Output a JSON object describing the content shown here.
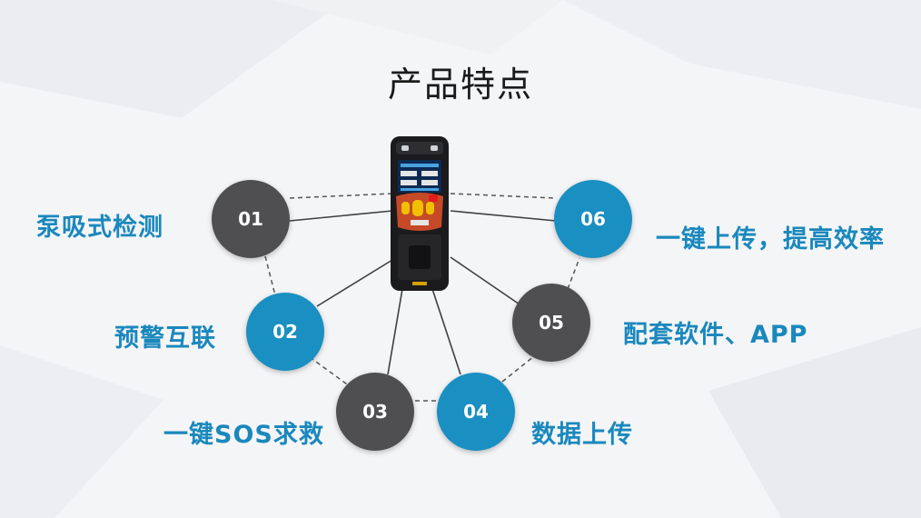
{
  "title": "产品特点",
  "colors": {
    "gray": "#4f4f51",
    "blue": "#1a8fc1",
    "label_blue": "#1a88bd",
    "line": "#4a4a4a"
  },
  "features": [
    {
      "num": "01",
      "label": "泵吸式检测",
      "color": "gray"
    },
    {
      "num": "02",
      "label": "预警互联",
      "color": "blue"
    },
    {
      "num": "03",
      "label": "一键SOS求救",
      "color": "gray"
    },
    {
      "num": "04",
      "label": "数据上传",
      "color": "blue"
    },
    {
      "num": "05",
      "label": "配套软件、APP",
      "color": "gray"
    },
    {
      "num": "06",
      "label": "一键上传，提高效率",
      "color": "blue"
    }
  ],
  "device": {
    "icon": "gas-detector-device-image"
  }
}
